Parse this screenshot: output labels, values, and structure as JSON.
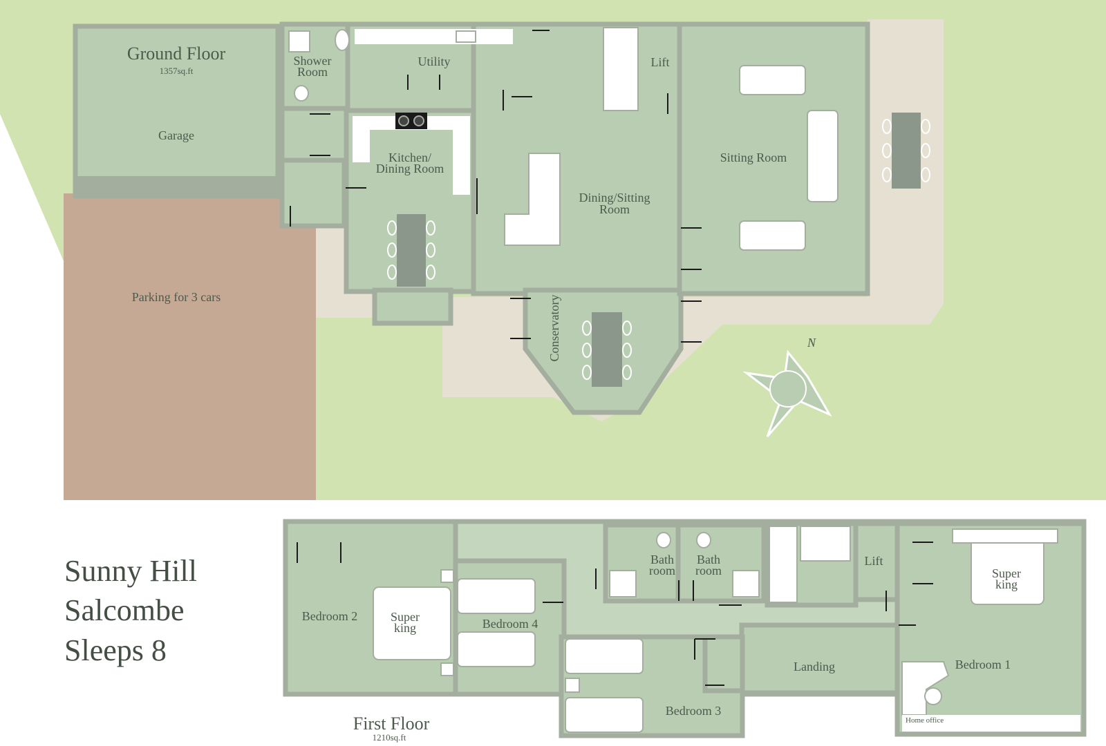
{
  "colors": {
    "lawn": "#d1e3b1",
    "patio": "#e6e0d2",
    "parking": "#c6a994",
    "room": "#b9cdb3",
    "room_light": "#c5d6bf",
    "wall": "#a3ae9f",
    "door": "#1a1a1a",
    "furniture": "#ffffff",
    "table": "#8c978b",
    "text": "#4c5a4c"
  },
  "ground_floor": {
    "title": "Ground Floor",
    "area": "1357sq.ft",
    "rooms": {
      "garage": "Garage",
      "parking": "Parking for 3 cars",
      "shower_line1": "Shower",
      "shower_line2": "Room",
      "utility": "Utility",
      "kitchen_line1": "Kitchen/",
      "kitchen_line2": "Dining Room",
      "dining_line1": "Dining/Sitting",
      "dining_line2": "Room",
      "lift": "Lift",
      "sitting": "Sitting Room",
      "conservatory": "Conservatory"
    },
    "compass_label": "N"
  },
  "first_floor": {
    "title": "First Floor",
    "area": "1210sq.ft",
    "rooms": {
      "bedroom2": "Bedroom 2",
      "bed2_line1": "Super",
      "bed2_line2": "king",
      "bedroom4": "Bedroom 4",
      "bath1_line1": "Bath",
      "bath1_line2": "room",
      "bath2_line1": "Bath",
      "bath2_line2": "room",
      "lift": "Lift",
      "bed1_line1": "Super",
      "bed1_line2": "king",
      "bedroom1": "Bedroom 1",
      "landing": "Landing",
      "bedroom3": "Bedroom 3",
      "home_office": "Home office"
    }
  },
  "property": {
    "name": "Sunny Hill",
    "location": "Salcombe",
    "sleeps": "Sleeps 8"
  }
}
